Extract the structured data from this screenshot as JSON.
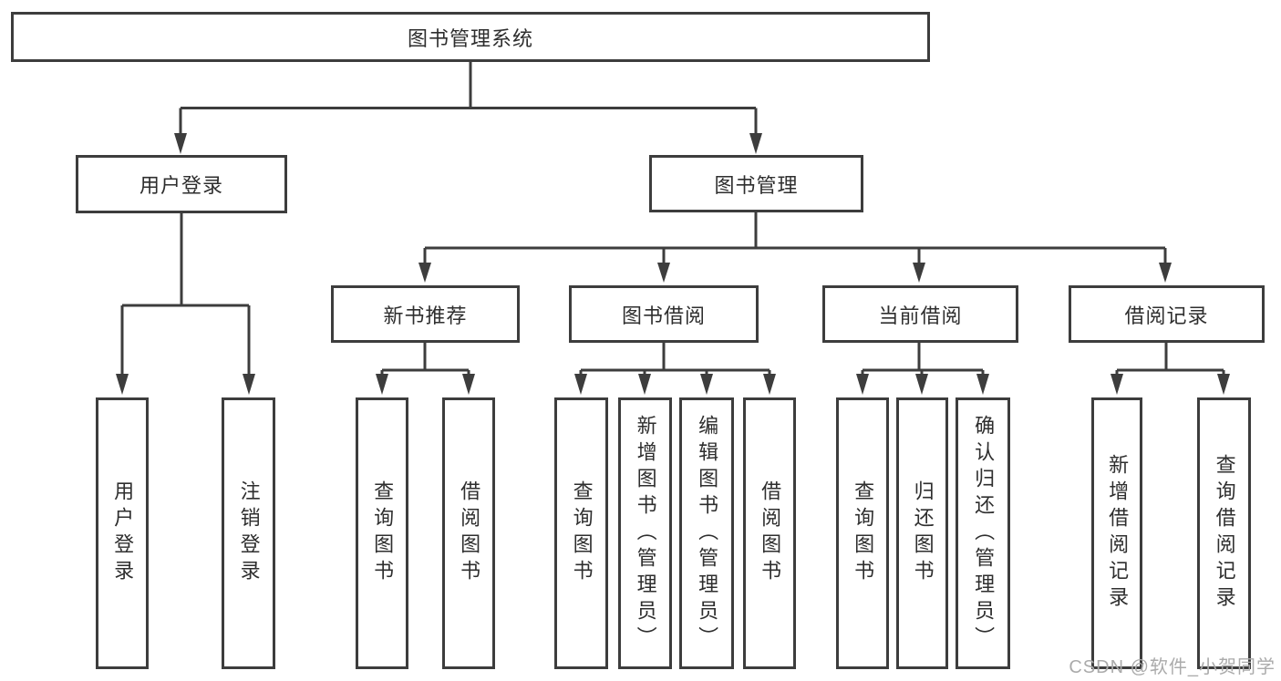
{
  "diagram": {
    "type": "tree-structure-chart",
    "nodes": {
      "root": {
        "label": "图书管理系统"
      },
      "level2": [
        {
          "label": "用户登录"
        },
        {
          "label": "图书管理"
        }
      ],
      "level3": [
        {
          "label": "新书推荐"
        },
        {
          "label": "图书借阅"
        },
        {
          "label": "当前借阅"
        },
        {
          "label": "借阅记录"
        }
      ],
      "leaves": [
        {
          "label": "用户登录",
          "parent": "用户登录"
        },
        {
          "label": "注销登录",
          "parent": "用户登录"
        },
        {
          "label": "查询图书",
          "parent": "新书推荐"
        },
        {
          "label": "借阅图书",
          "parent": "新书推荐"
        },
        {
          "label": "查询图书",
          "parent": "图书借阅"
        },
        {
          "label": "新增图书（管理员）",
          "parent": "图书借阅"
        },
        {
          "label": "编辑图书（管理员）",
          "parent": "图书借阅"
        },
        {
          "label": "借阅图书",
          "parent": "图书借阅"
        },
        {
          "label": "查询图书",
          "parent": "当前借阅"
        },
        {
          "label": "归还图书",
          "parent": "当前借阅"
        },
        {
          "label": "确认归还（管理员）",
          "parent": "当前借阅"
        },
        {
          "label": "新增借阅记录",
          "parent": "借阅记录"
        },
        {
          "label": "查询借阅记录",
          "parent": "借阅记录"
        }
      ]
    },
    "watermark": {
      "text": "CSDN @软件_小贺同学"
    },
    "colors": {
      "line": "#3d3d3d",
      "box_border": "#3d3d3d",
      "text": "#2e2e2e",
      "watermark": "#ababab",
      "background": "#ffffff"
    }
  }
}
